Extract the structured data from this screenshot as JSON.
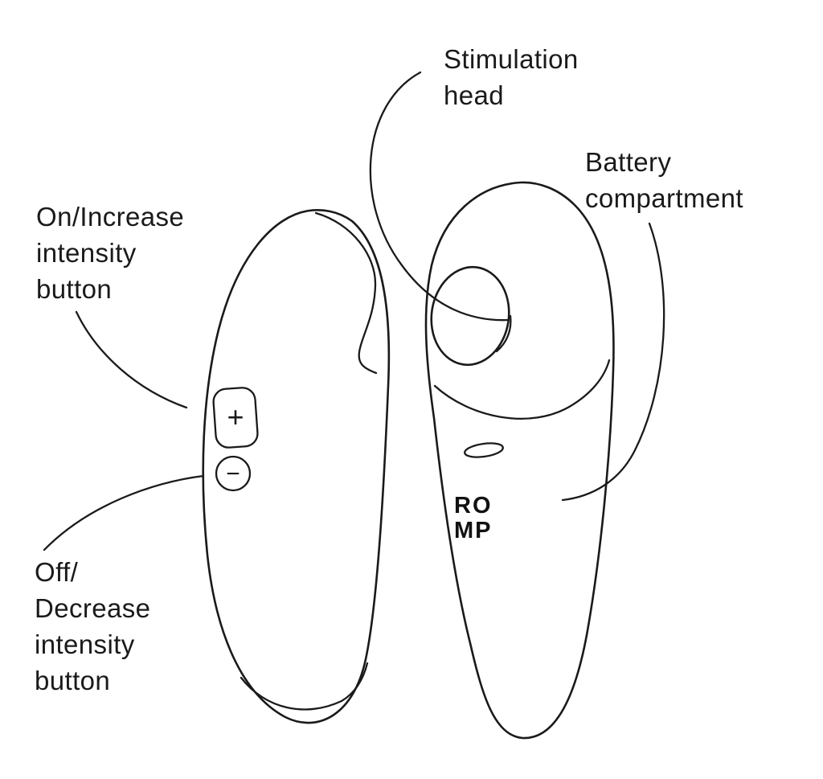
{
  "figure": {
    "labels": {
      "stimulation_head": "Stimulation\nhead",
      "battery_compartment": "Battery\ncompartment",
      "on_increase": "On/Increase\nintensity\nbutton",
      "off_decrease": "Off/\nDecrease\nintensity\nbutton"
    },
    "device": {
      "brand": "RO\nMP",
      "plus": "+",
      "minus": "−"
    },
    "colors": {
      "line": "#1a1a1a",
      "background": "#ffffff"
    }
  }
}
